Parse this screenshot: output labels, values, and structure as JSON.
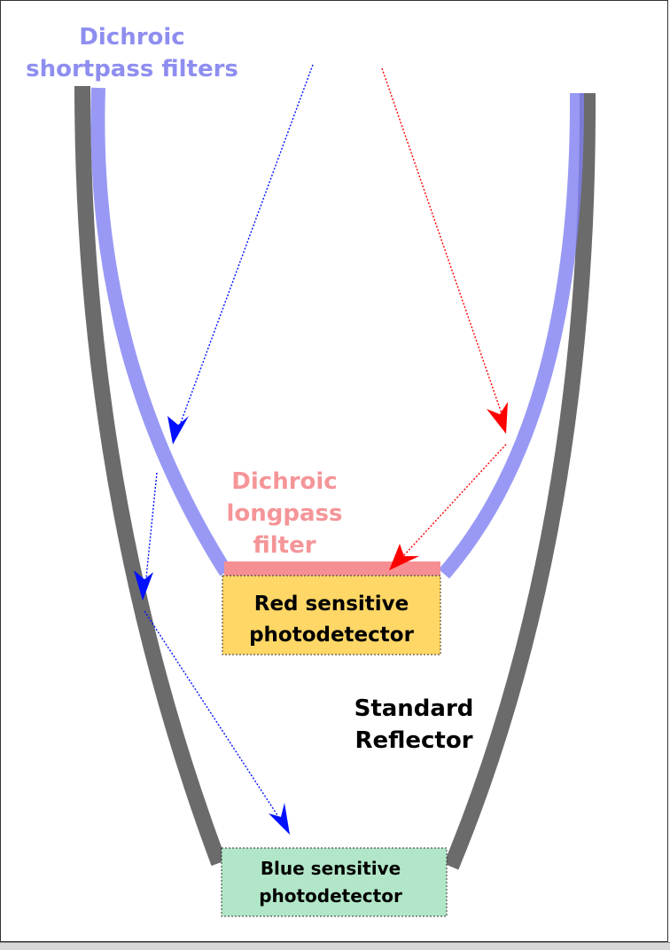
{
  "labels": {
    "shortpass_line1": "Dichroic",
    "shortpass_line2": "shortpass filters",
    "longpass_line1": "Dichroic",
    "longpass_line2": "longpass",
    "longpass_line3": "filter",
    "red_detector_line1": "Red sensitive",
    "red_detector_line2": "photodetector",
    "blue_detector_line1": "Blue sensitive",
    "blue_detector_line2": "photodetector",
    "reflector_line1": "Standard",
    "reflector_line2": "Reflector"
  },
  "colors": {
    "reflector": "#6b6b6b",
    "shortpass_filter": "#9a9af5",
    "shortpass_label": "#8e8ef0",
    "longpass_filter": "#f58f93",
    "longpass_label": "#f59598",
    "red_detector_fill": "#ffd766",
    "blue_detector_fill": "#b2e6c8",
    "red_ray": "#ff0000",
    "blue_ray": "#0010ff",
    "text_dark": "#000000"
  }
}
